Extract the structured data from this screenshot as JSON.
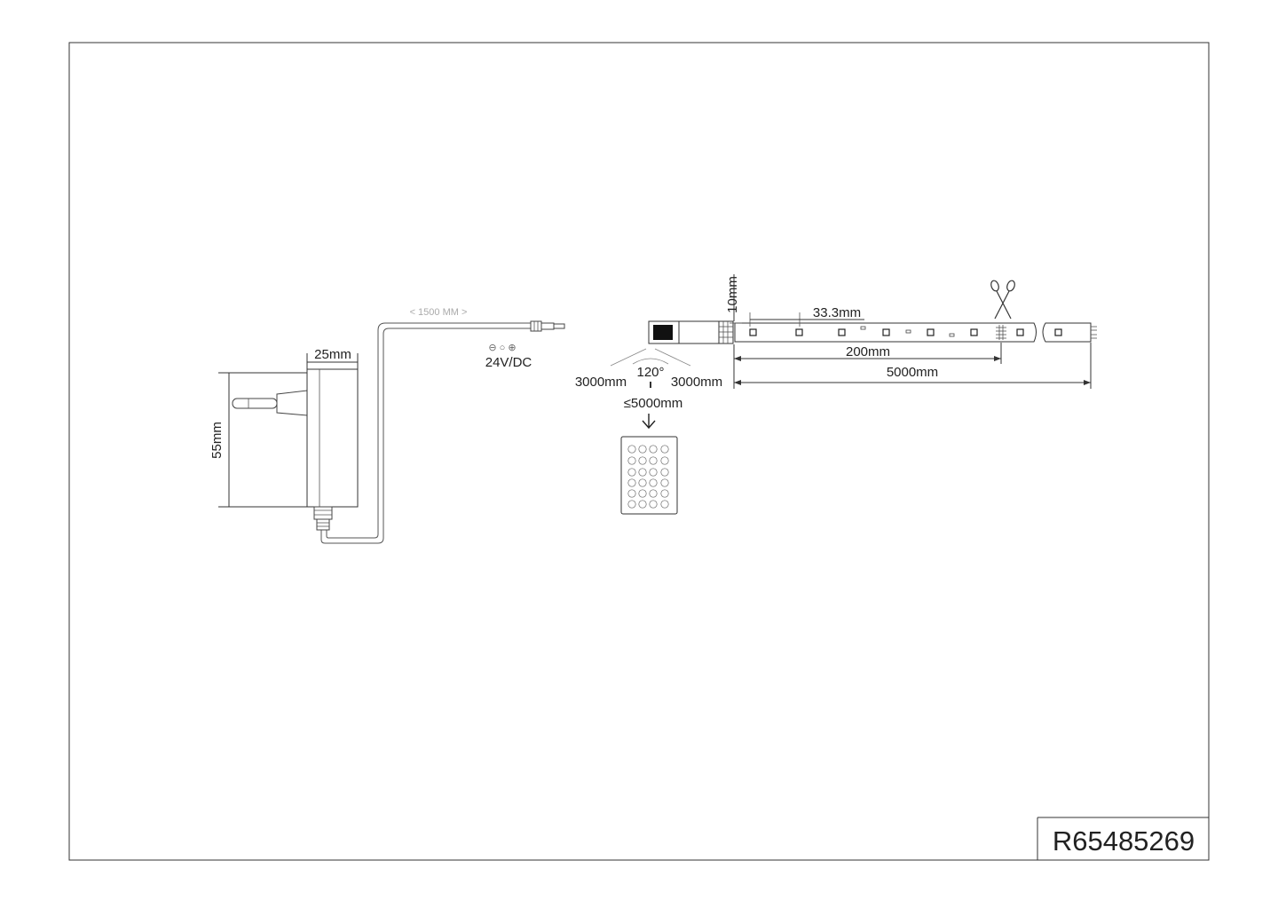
{
  "sheet": {
    "product_code": "R65485269"
  },
  "adapter": {
    "width_label": "25mm",
    "height_label": "55mm",
    "cable_length_label": "< 1500 MM >",
    "polarity_symbols": "⊖ ○ ⊕",
    "voltage_label": "24V/DC"
  },
  "remote": {
    "angle_label": "120°",
    "left_range_label": "3000mm",
    "right_range_label": "3000mm",
    "max_distance_label": "≤5000mm"
  },
  "strip": {
    "height_label": "10mm",
    "led_pitch_label": "33.3mm",
    "cut_interval_label": "200mm",
    "total_length_label": "5000mm"
  },
  "colors": {
    "line": "#333333",
    "background": "#ffffff"
  }
}
